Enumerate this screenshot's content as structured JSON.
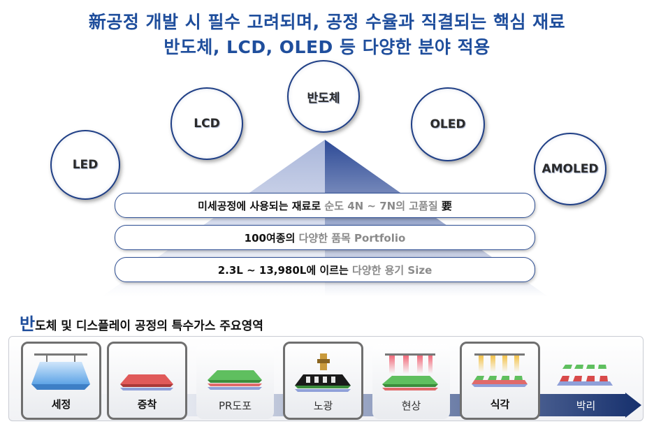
{
  "header": {
    "line1": "新공정 개발 시 필수 고려되며, 공정 수율과 직결되는 핵심 재료",
    "line2": "반도체, LCD, OLED 등 다양한 분야 적용"
  },
  "fields": [
    "LED",
    "LCD",
    "반도체",
    "OLED",
    "AMOLED"
  ],
  "features": [
    {
      "parts": [
        "미세공정에 사용되는 재료로 ",
        "순도 4N ~ 7N의 ",
        "고품질",
        " 要"
      ]
    },
    {
      "parts": [
        "100여종의 ",
        "다양한 품목 Portfolio",
        "",
        ""
      ]
    },
    {
      "parts": [
        "2.3L ~ 13,980L에 이르는 ",
        "다양한 용기 Size",
        "",
        ""
      ]
    }
  ],
  "section_title": {
    "first_char": "반",
    "rest": "도체 및 디스플레이 공정의 특수가스 주요영역"
  },
  "process_steps": [
    "세정",
    "증착",
    "PR도포",
    "노광",
    "현상",
    "식각",
    "박리"
  ],
  "highlighted_steps": [
    "세정",
    "증착",
    "노광",
    "식각"
  ],
  "colors": {
    "title_blue": "#1f4e9c",
    "arrow_dark": "#16306d",
    "highlight_gray": "#8a8a8a"
  }
}
